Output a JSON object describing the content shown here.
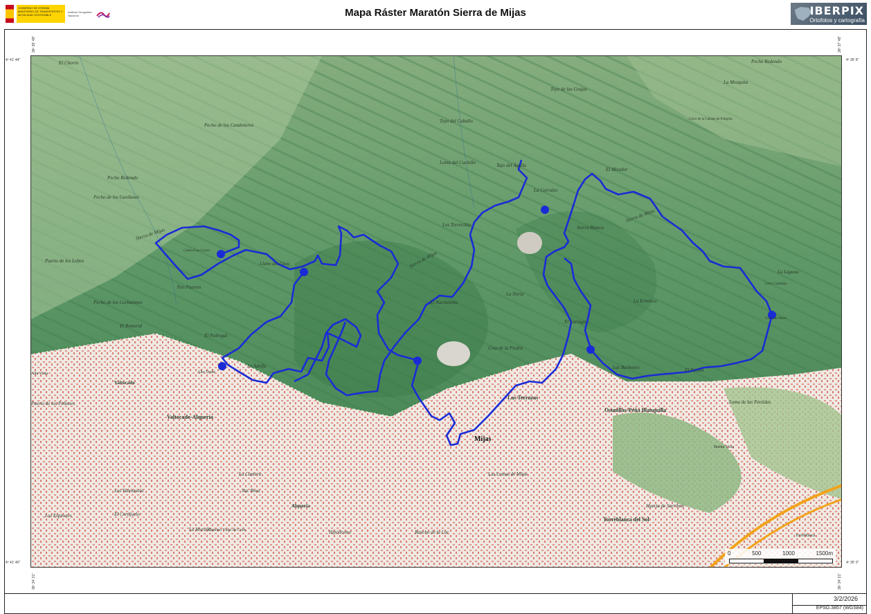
{
  "header": {
    "title": "Mapa Ráster Maratón Sierra de Mijas",
    "iberpix_logo": "IBERPIX",
    "iberpix_sub": "Ortofotos y cartografía",
    "gov_text": "GOBIERNO DE ESPAÑA",
    "ministry_text": "MINISTERIO DE TRANSPORTES Y MOVILIDAD SOSTENIBLE",
    "ign_text": "Instituto Geográfico Nacional"
  },
  "frame_coords": {
    "left_top": "4º 41' 44\"",
    "right_top": "4º 35' 8\"",
    "left_bottom": "4º 41' 40\"",
    "right_bottom": "4º 35' 0\"",
    "top_left_lat": "36º 36' 48\"",
    "top_right_lat": "36º 37' 48\"",
    "bottom_left_lat": "36º 34' 21\"",
    "bottom_right_lat": "36º 34' 21\""
  },
  "footer": {
    "date": "3/2/2026",
    "epsg": "EPSG:3857 (WGS84)"
  },
  "scale": {
    "labels": [
      "0",
      "500",
      "1000",
      "1500m"
    ]
  },
  "colors": {
    "route": "#1a2bd6",
    "urban": "#e9a9a0",
    "terrain_dark": "#4f8c5c",
    "terrain_light": "#a8c594",
    "road": "#f2a31a"
  },
  "route_markers": [
    "marker-1",
    "marker-2",
    "marker-3",
    "marker-4",
    "marker-5",
    "marker-6",
    "marker-7"
  ],
  "places": [
    {
      "id": "p1",
      "text": "El Chorro"
    },
    {
      "id": "p2",
      "text": "Pecho de los Candeneros"
    },
    {
      "id": "p3",
      "text": "Toyo del Caballo"
    },
    {
      "id": "p4",
      "text": "Toyo de las Grajas"
    },
    {
      "id": "p5",
      "text": "La Mezquita"
    },
    {
      "id": "p6",
      "text": "Pecho Redondo"
    },
    {
      "id": "p7",
      "text": "Loma del Cuchillo"
    },
    {
      "id": "p8",
      "text": "Tajo del Águila"
    },
    {
      "id": "p9",
      "text": "El Mirador"
    },
    {
      "id": "p10",
      "text": "Cerro de la Cañada de Peligrito"
    },
    {
      "id": "p11",
      "text": "Pecho Redondo"
    },
    {
      "id": "p12",
      "text": "Pecho de los Gavilanes"
    },
    {
      "id": "p13",
      "text": "Sierra de Mijas"
    },
    {
      "id": "p14",
      "text": "Cabeza Las Cruces"
    },
    {
      "id": "p15",
      "text": "Llano del Coco"
    },
    {
      "id": "p16",
      "text": "Los Torrecillas"
    },
    {
      "id": "p17",
      "text": "Sierra de Mijas"
    },
    {
      "id": "p18",
      "text": "La Corrales"
    },
    {
      "id": "p19",
      "text": "Sierra Blanca"
    },
    {
      "id": "p20",
      "text": "Sierra de Mijas"
    },
    {
      "id": "p21",
      "text": "Puerto de los Lobos"
    },
    {
      "id": "p22",
      "text": "Tres Puertos"
    },
    {
      "id": "p23",
      "text": "Pecho de los Corbatones"
    },
    {
      "id": "p24",
      "text": "El Nacimiento"
    },
    {
      "id": "p25",
      "text": "La Noria"
    },
    {
      "id": "p26",
      "text": "La Ermitica"
    },
    {
      "id": "p27",
      "text": "La Laguna"
    },
    {
      "id": "p28",
      "text": "El Romeral"
    },
    {
      "id": "p29",
      "text": "El Cartago"
    },
    {
      "id": "p30",
      "text": "Cruz de la Piedra"
    },
    {
      "id": "p31",
      "text": "El Pedregal"
    },
    {
      "id": "p32",
      "text": "La Adelfa"
    },
    {
      "id": "p33",
      "text": "Alto Verde"
    },
    {
      "id": "p34",
      "text": "Valtocado"
    },
    {
      "id": "p35",
      "text": "Alta Vista"
    },
    {
      "id": "p36",
      "text": "Las Barbones"
    },
    {
      "id": "p37",
      "text": "El Pichón"
    },
    {
      "id": "p38",
      "text": "Las Terrazas"
    },
    {
      "id": "p39",
      "text": "Osunillas-Peña Blanquilla"
    },
    {
      "id": "p40",
      "text": "Valtocado-Alquería"
    },
    {
      "id": "p41",
      "text": "Mijas"
    },
    {
      "id": "p42",
      "text": "Las Lomas de Mijas"
    },
    {
      "id": "p43",
      "text": "Huerta de Sarribon"
    },
    {
      "id": "p44",
      "text": "Torreblanca del Sol"
    },
    {
      "id": "p45",
      "text": "La Cantera"
    },
    {
      "id": "p46",
      "text": "Sta. Rosa"
    },
    {
      "id": "p47",
      "text": "Alquería"
    },
    {
      "id": "p48",
      "text": "Los Espinetes"
    },
    {
      "id": "p49",
      "text": "El Cortijuelo"
    },
    {
      "id": "p50",
      "text": "Los Valenzuela"
    },
    {
      "id": "p51",
      "text": "La Muralla"
    },
    {
      "id": "p52",
      "text": "Camino Viejo de Coín"
    },
    {
      "id": "p53",
      "text": "Rancho de la Luz"
    },
    {
      "id": "p54",
      "text": "Hipódromo"
    },
    {
      "id": "p55",
      "text": "Puerto de los Peñones"
    },
    {
      "id": "p56",
      "text": "Loma de las Partidas"
    },
    {
      "id": "p57",
      "text": "Torreblanca"
    },
    {
      "id": "p58",
      "text": "Buena Vista"
    },
    {
      "id": "p59",
      "text": "Cerro del Moro"
    },
    {
      "id": "p60",
      "text": "Cerro Castillejo"
    }
  ]
}
